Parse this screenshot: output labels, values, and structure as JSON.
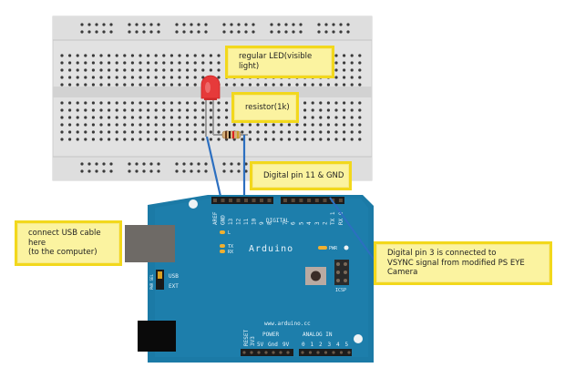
{
  "diagram": {
    "title": "Arduino LED and PS EYE VSYNC wiring",
    "colors": {
      "breadboard": "#e3e3e3",
      "breadboard_hole": "#3a3a3a",
      "arduino_board": "#1b7aa6",
      "wire": "#2c6fc0",
      "callout_fill": "#fbf3a0",
      "callout_border": "#f2d81c",
      "led": "#e63a3a",
      "usb_connector": "#6e6a66",
      "power_jack": "#0a0a0a"
    },
    "callouts": {
      "led": "regular LED(visible light)",
      "resistor": "resistor(1k)",
      "digital_pins": "Digital pin 11 & GND",
      "usb": [
        "connect USB cable here",
        "(to the computer)"
      ],
      "vsync": [
        "Digital pin 3 is connected to",
        "VSYNC signal from modified PS EYE Camera"
      ]
    },
    "board": {
      "name": "Arduino",
      "website": "www.arduino.cc",
      "digital_header_label": "DIGITAL",
      "digital_pins_left": [
        "AREF",
        "GND",
        "13",
        "12",
        "11",
        "10",
        "9",
        "8"
      ],
      "digital_pins_right": [
        "7",
        "6",
        "5",
        "4",
        "3",
        "2",
        "TX 1",
        "RX 0"
      ],
      "pwm_label": "PWM",
      "led_labels": [
        "L",
        "TX",
        "RX"
      ],
      "power_led_label": "PWR",
      "icsp_label": "ICSP",
      "power_header_label": "POWER",
      "power_pins": [
        "RESET",
        "3V3",
        "5V",
        "Gnd",
        "9V"
      ],
      "analog_header_label": "ANALOG IN",
      "analog_pins": [
        "0",
        "1",
        "2",
        "3",
        "4",
        "5"
      ],
      "jumper_labels": [
        "USB",
        "EXT"
      ],
      "jumper_side_label": "PWR SEL"
    }
  }
}
